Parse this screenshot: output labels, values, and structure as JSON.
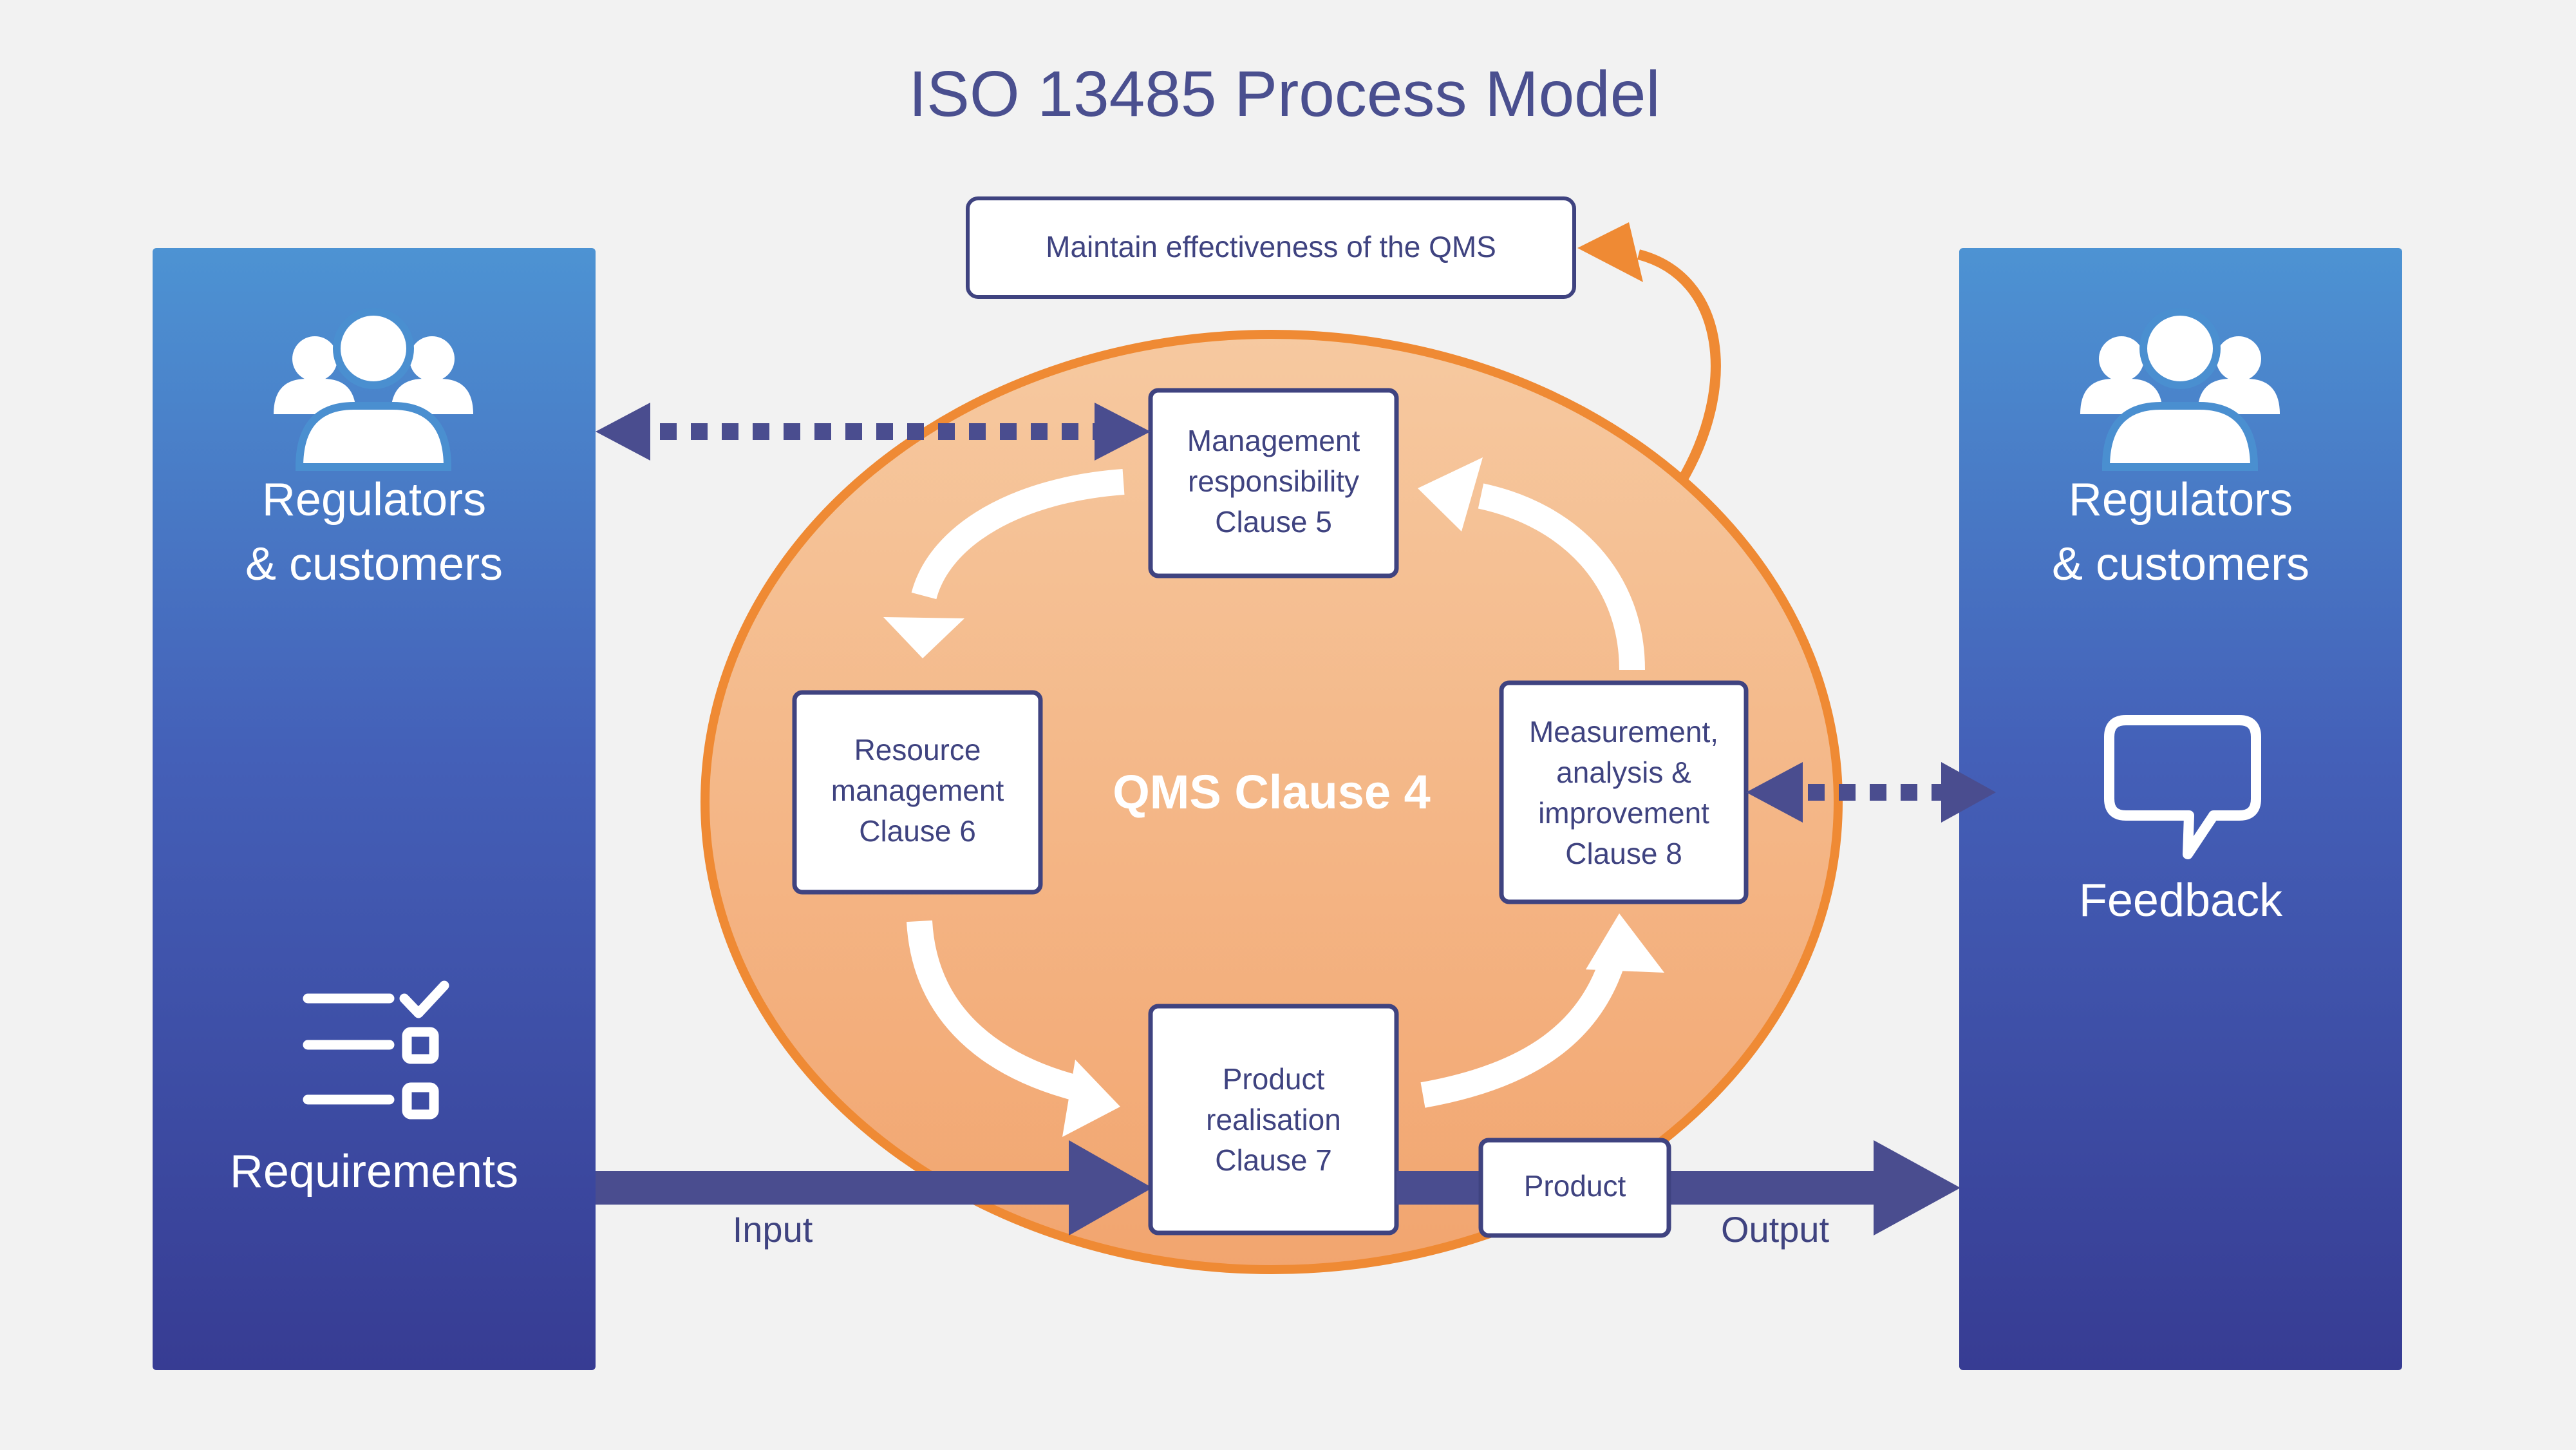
{
  "title": "ISO 13485 Process Model",
  "maintain_box": {
    "label": "Maintain effectiveness of the QMS"
  },
  "left_panel": {
    "stakeholders_label": {
      "line1": "Regulators",
      "line2": "& customers"
    },
    "people_icon": "people-icon",
    "requirements_icon": "checklist-icon",
    "requirements_label": "Requirements"
  },
  "right_panel": {
    "stakeholders_label": {
      "line1": "Regulators",
      "line2": "& customers"
    },
    "people_icon": "people-icon",
    "feedback_icon": "speech-bubble-icon",
    "feedback_label": "Feedback"
  },
  "qms": {
    "label": "QMS Clause 4"
  },
  "process_boxes": {
    "management": {
      "line1": "Management",
      "line2": "responsibility",
      "line3": "Clause 5"
    },
    "resource": {
      "line1": "Resource",
      "line2": "management",
      "line3": "Clause 6"
    },
    "product_realisation": {
      "line1": "Product",
      "line2": "realisation",
      "line3": "Clause 7"
    },
    "measurement": {
      "line1": "Measurement,",
      "line2": "analysis &",
      "line3": "improvement",
      "line4": "Clause 8"
    }
  },
  "product_box": {
    "label": "Product"
  },
  "flow": {
    "input_label": "Input",
    "output_label": "Output"
  },
  "colors": {
    "background": "#f2f2f2",
    "panel_top": "#4d93d3",
    "panel_bottom": "#3a3f95",
    "ellipse_fill": "#f2ad78",
    "ellipse_stroke": "#ef8a34",
    "navy_arrow": "#4a4d8f",
    "box_stroke": "#3f4380"
  }
}
